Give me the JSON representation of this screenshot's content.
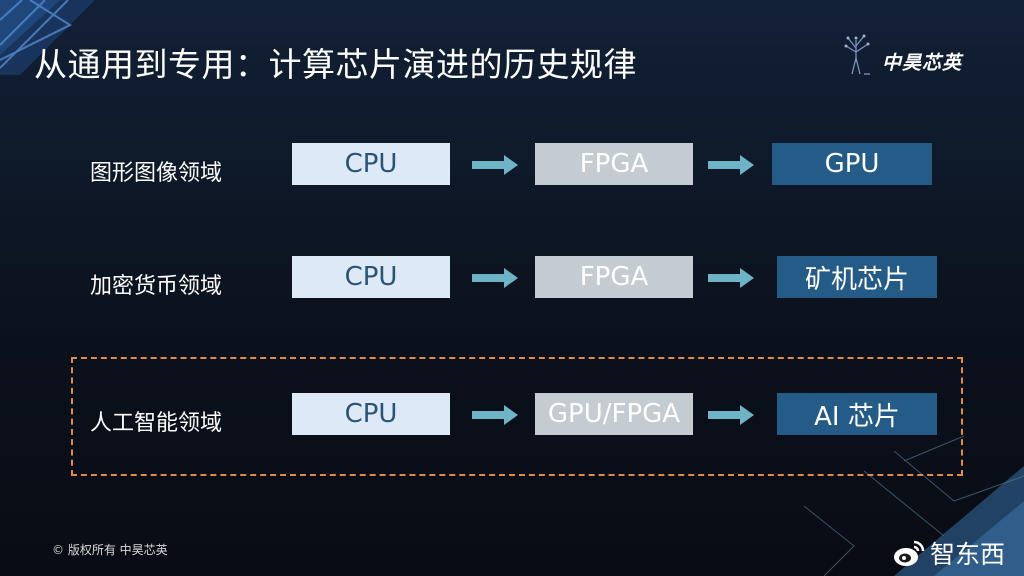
{
  "slide": {
    "title": "从通用到专用：计算芯片演进的历史规律",
    "logo_text": "中昊芯英",
    "footer": "© 版权所有 中昊芯英",
    "watermark": "智东西"
  },
  "colors": {
    "stage1_box": "#dde9f6",
    "stage2_box": "#c4ccd2",
    "stage3_box": "#245b87",
    "arrow": "#6fb3c6",
    "highlight_border": "#e08b4a"
  },
  "rows": [
    {
      "label": "图形图像领域",
      "stages": [
        "CPU",
        "FPGA",
        "GPU"
      ]
    },
    {
      "label": "加密货币领域",
      "stages": [
        "CPU",
        "FPGA",
        "矿机芯片"
      ]
    },
    {
      "label": "人工智能领域",
      "stages": [
        "CPU",
        "GPU/FPGA",
        "AI 芯片"
      ],
      "highlighted": true
    }
  ]
}
